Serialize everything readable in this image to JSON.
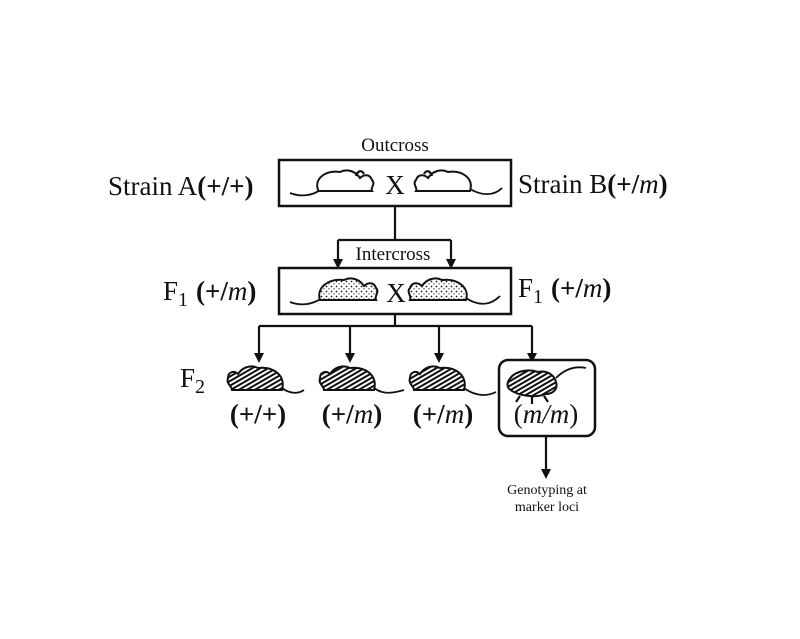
{
  "outcross": {
    "title": "Outcross",
    "left_label_name": "Strain A",
    "left_label_genotype": "(+/+)",
    "right_label_name": "Strain B",
    "right_label_genotype_open": "(+/",
    "right_label_genotype_m": "m",
    "right_label_genotype_close": ")",
    "cross_symbol": "X"
  },
  "intercross": {
    "title": "Intercross",
    "left_label_f": "F",
    "left_label_sub": "1",
    "left_genotype_open": "(+/",
    "left_genotype_m": "m",
    "left_genotype_close": ")",
    "right_label_f": "F",
    "right_label_sub": "1",
    "right_genotype_open": "(+/",
    "right_genotype_m": "m",
    "right_genotype_close": ")",
    "cross_symbol": "X"
  },
  "f2": {
    "label_f": "F",
    "label_sub": "2",
    "offspring": [
      {
        "genotype": "(+/+)"
      },
      {
        "genotype_open": "(+/",
        "genotype_m": "m",
        "genotype_close": ")"
      },
      {
        "genotype_open": "(+/",
        "genotype_m": "m",
        "genotype_close": ")"
      },
      {
        "genotype_open": "(",
        "genotype_m": "m/m",
        "genotype_close": ")"
      }
    ]
  },
  "genotyping": {
    "line1": "Genotyping at",
    "line2": "marker loci"
  }
}
